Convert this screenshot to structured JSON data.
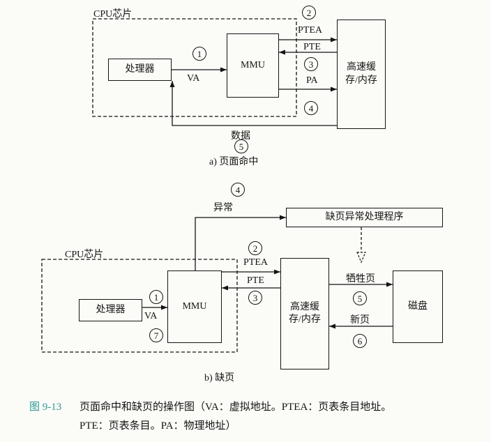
{
  "diagram": {
    "labels": {
      "cpu_chip": "CPU芯片",
      "processor": "处理器",
      "mmu": "MMU",
      "cache": "高速缓\n存/内存",
      "disk": "磁盘",
      "handler": "缺页异常处理程序",
      "va": "VA",
      "ptea": "PTEA",
      "pte": "PTE",
      "pa": "PA",
      "data": "数据",
      "exception": "异常",
      "victim_page": "牺牲页",
      "new_page": "新页"
    },
    "steps": {
      "s1": "1",
      "s2": "2",
      "s3": "3",
      "s4": "4",
      "s5": "5",
      "s6": "6",
      "s7": "7"
    },
    "captions": {
      "part_a": "a) 页面命中",
      "part_b": "b) 缺页"
    },
    "figure_caption": {
      "number": "图 9-13",
      "line1": "页面命中和缺页的操作图（VA：虚拟地址。PTEA：页表条目地址。",
      "line2": "PTE：页表条目。PA：物理地址）"
    },
    "colors": {
      "figure_number": "#2e9a94",
      "line": "#141414",
      "background": "#fbfbf8"
    }
  }
}
